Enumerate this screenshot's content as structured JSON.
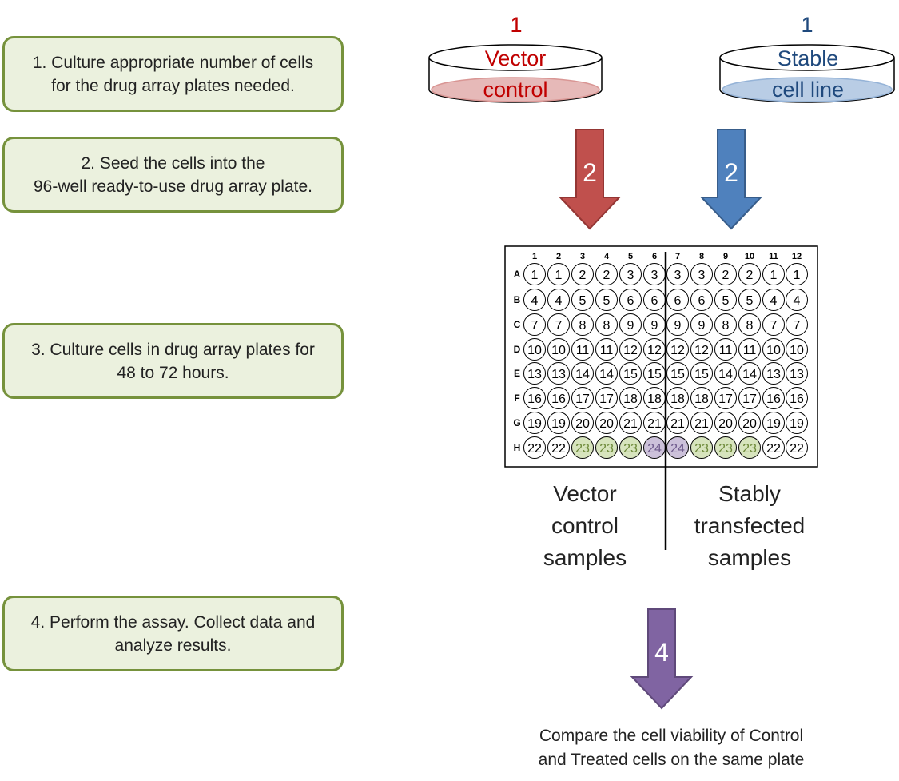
{
  "steps": [
    {
      "text": "1. Culture appropriate number of cells\nfor the drug array plates needed."
    },
    {
      "text": "2. Seed the cells into the\n96-well ready-to-use drug array plate."
    },
    {
      "text": "3. Culture cells in drug array plates for\n48 to 72 hours."
    },
    {
      "text": "4. Perform the assay. Collect data and\nanalyze results."
    }
  ],
  "dishes": {
    "vector": {
      "number": "1",
      "top_label": "Vector",
      "bottom_label": "control",
      "number_color": "#c00000",
      "top_color": "#c00000",
      "bottom_color": "#c00000",
      "fill_color": "#e6b9b8",
      "fill_stroke": "#d99694"
    },
    "stable": {
      "number": "1",
      "top_label": "Stable",
      "bottom_label": "cell line",
      "number_color": "#1f497d",
      "top_color": "#1f497d",
      "bottom_color": "#1f497d",
      "fill_color": "#b9cde5",
      "fill_stroke": "#95b3d7"
    }
  },
  "arrows": {
    "seed_vector": {
      "label": "2",
      "color": "#c0504d",
      "stroke": "#943634"
    },
    "seed_stable": {
      "label": "2",
      "color": "#4f81bd",
      "stroke": "#385d8a"
    },
    "assay": {
      "label": "4",
      "color": "#8064a2",
      "stroke": "#5f497a"
    }
  },
  "plate": {
    "columns": [
      "1",
      "2",
      "3",
      "4",
      "5",
      "6",
      "7",
      "8",
      "9",
      "10",
      "11",
      "12"
    ],
    "rows": [
      {
        "label": "A",
        "wells": [
          "1",
          "1",
          "2",
          "2",
          "3",
          "3",
          "3",
          "3",
          "2",
          "2",
          "1",
          "1"
        ]
      },
      {
        "label": "B",
        "wells": [
          "4",
          "4",
          "5",
          "5",
          "6",
          "6",
          "6",
          "6",
          "5",
          "5",
          "4",
          "4"
        ]
      },
      {
        "label": "C",
        "wells": [
          "7",
          "7",
          "8",
          "8",
          "9",
          "9",
          "9",
          "9",
          "8",
          "8",
          "7",
          "7"
        ]
      },
      {
        "label": "D",
        "wells": [
          "10",
          "10",
          "11",
          "11",
          "12",
          "12",
          "12",
          "12",
          "11",
          "11",
          "10",
          "10"
        ]
      },
      {
        "label": "E",
        "wells": [
          "13",
          "13",
          "14",
          "14",
          "15",
          "15",
          "15",
          "15",
          "14",
          "14",
          "13",
          "13"
        ]
      },
      {
        "label": "F",
        "wells": [
          "16",
          "16",
          "17",
          "17",
          "18",
          "18",
          "18",
          "18",
          "17",
          "17",
          "16",
          "16"
        ]
      },
      {
        "label": "G",
        "wells": [
          "19",
          "19",
          "20",
          "20",
          "21",
          "21",
          "21",
          "21",
          "20",
          "20",
          "19",
          "19"
        ]
      },
      {
        "label": "H",
        "wells": [
          "22",
          "22",
          "23",
          "23",
          "23",
          "24",
          "24",
          "23",
          "23",
          "23",
          "22",
          "22"
        ]
      }
    ],
    "highlight_colors": {
      "23": "#d7e4bd",
      "24": "#ccc1da"
    },
    "highlight_text_colors": {
      "23": "#6e8a3a",
      "24": "#6e5a8c"
    }
  },
  "captions": {
    "left": "Vector\ncontrol\nsamples",
    "right": "Stably\ntransfected\nsamples",
    "bottom": "Compare the cell viability of Control\nand Treated cells on the same plate"
  }
}
